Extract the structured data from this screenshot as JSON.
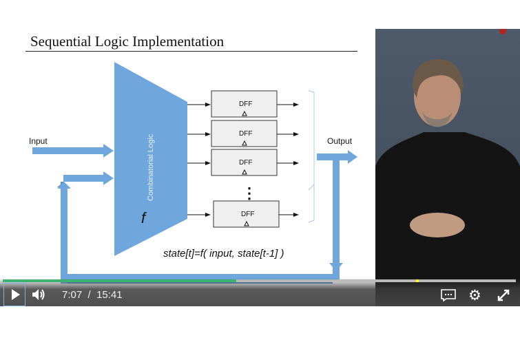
{
  "slide": {
    "title": "Sequential Logic Implementation",
    "input_label": "Input",
    "output_label": "Output",
    "block_label": "Combinatorial Logic",
    "function_symbol": "f",
    "dff_labels": [
      "DFF",
      "DFF",
      "DFF",
      "DFF"
    ],
    "ellipsis": "⋮",
    "equation": "state[t]=f( input, state[t-1] )"
  },
  "player": {
    "current_time": "7:07",
    "separator": "/",
    "duration": "15:41",
    "progress_percent": 45.5,
    "marker_percent": 80.6,
    "colors": {
      "progress": "#3cb371",
      "marker": "#ffff00",
      "diagram": "#6fa6dc"
    }
  }
}
